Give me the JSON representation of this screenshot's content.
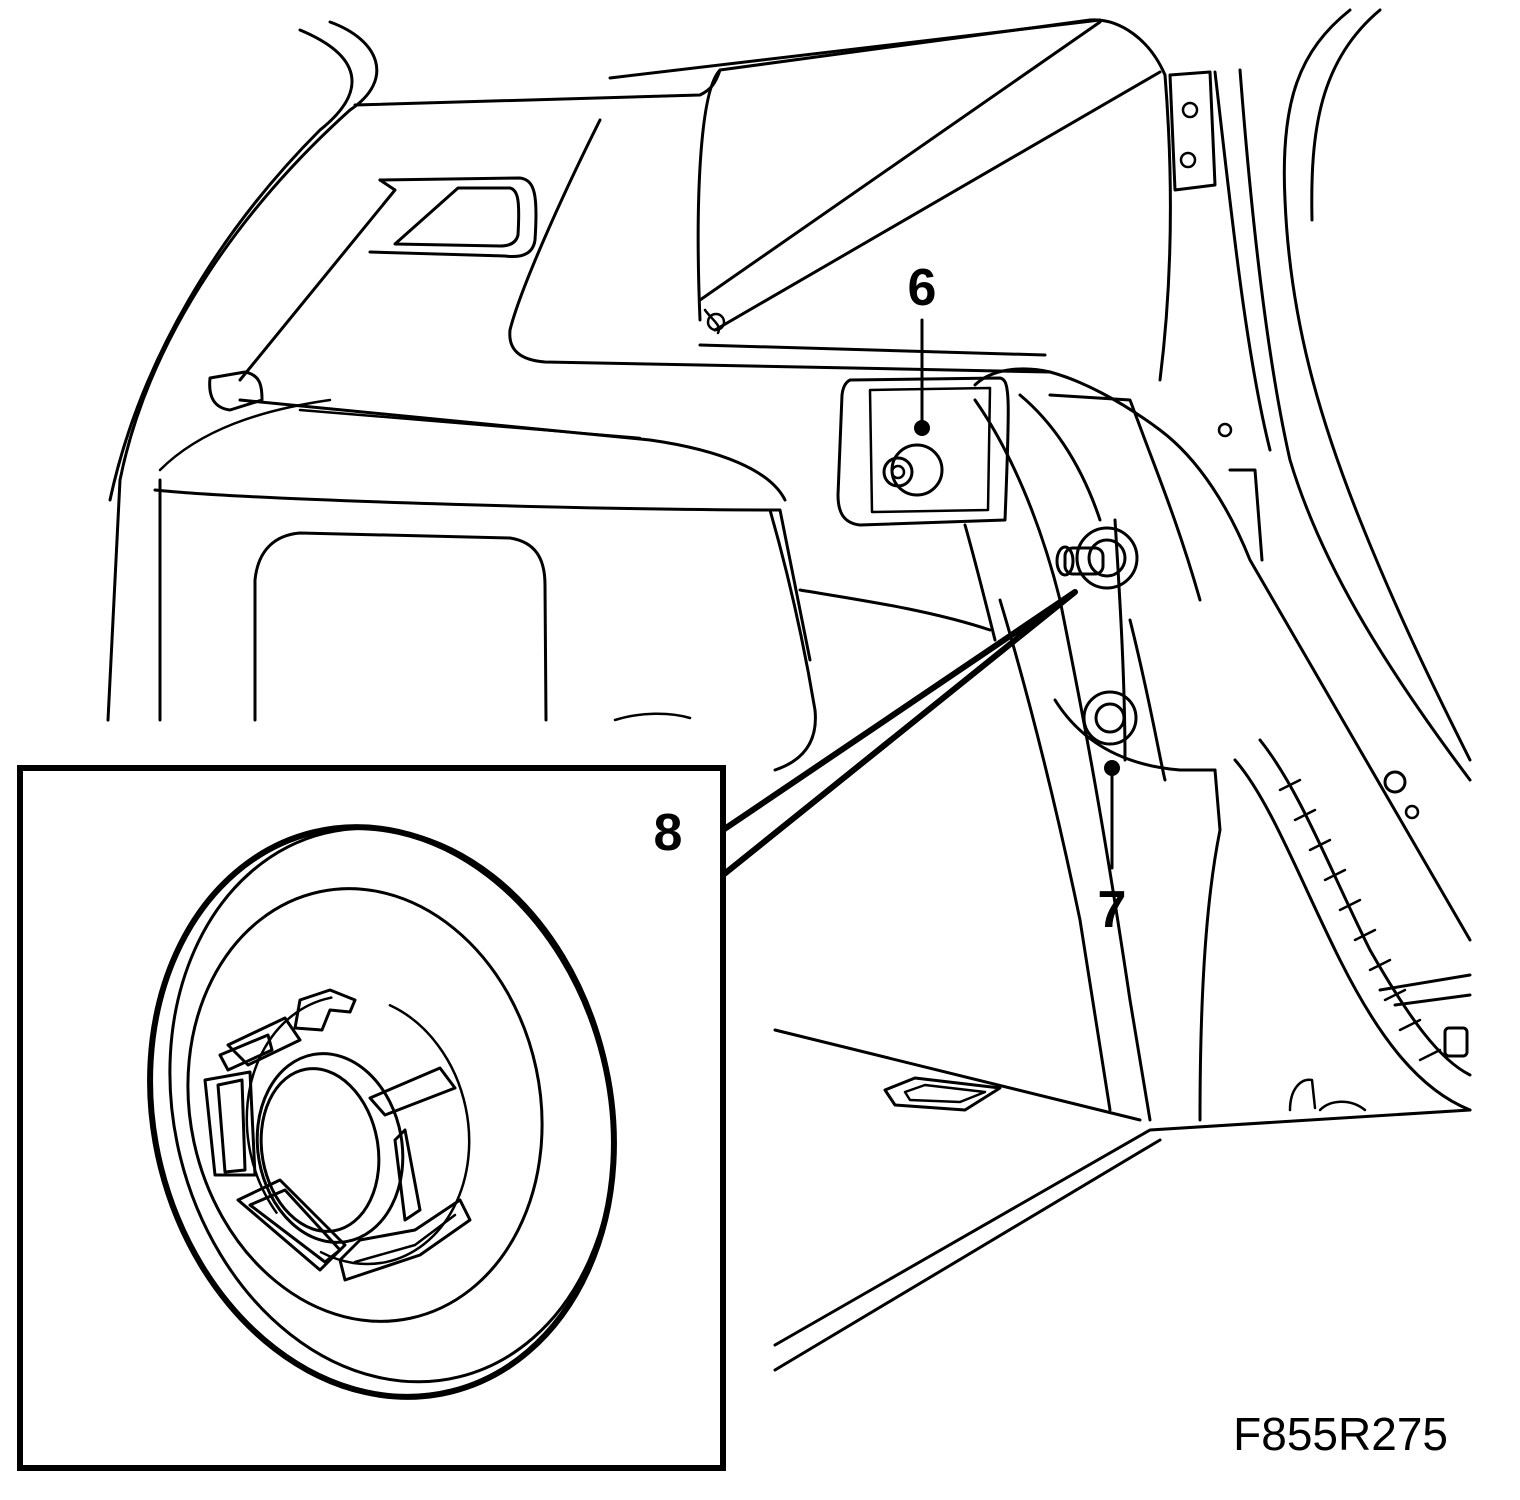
{
  "callouts": [
    {
      "id": "6",
      "text": "6"
    },
    {
      "id": "7",
      "text": "7"
    },
    {
      "id": "8",
      "text": "8"
    }
  ],
  "figure_code": "F855R275",
  "colors": {
    "line": "#000000",
    "background": "#ffffff"
  }
}
